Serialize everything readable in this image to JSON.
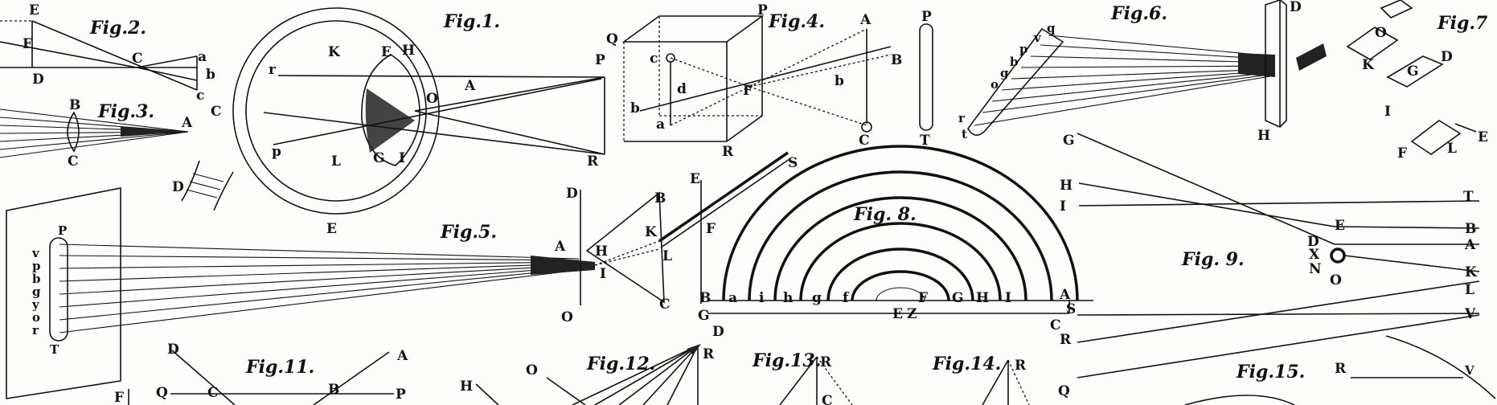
{
  "figures": {
    "fig1": "Fig.1.",
    "fig2": "Fig.2.",
    "fig3": "Fig.3.",
    "fig4": "Fig.4.",
    "fig5": "Fig.5.",
    "fig6": "Fig.6.",
    "fig7": "Fig.7",
    "fig8": "Fig. 8.",
    "fig9": "Fig. 9.",
    "fig11": "Fig.11.",
    "fig12": "Fig.12.",
    "fig13": "Fig.13.",
    "fig14": "Fig.14.",
    "fig15": "Fig.15."
  },
  "labels": {
    "f2": [
      "E",
      "F",
      "C",
      "a",
      "b",
      "c",
      "D"
    ],
    "f3": [
      "B",
      "C",
      "A"
    ],
    "f1": [
      "K",
      "E",
      "H",
      "O",
      "A",
      "r",
      "p",
      "L",
      "G",
      "I",
      "C",
      "D",
      "E",
      "P",
      "R"
    ],
    "f4": [
      "Q",
      "P",
      "A",
      "B",
      "c",
      "d",
      "b",
      "a",
      "F",
      "b",
      "R",
      "C"
    ],
    "rod": [
      "P",
      "T"
    ],
    "f6": [
      "q",
      "v",
      "p",
      "b",
      "g",
      "o",
      "r",
      "t",
      "D",
      "H"
    ],
    "f7": [
      "O",
      "K",
      "G",
      "D",
      "I",
      "F",
      "L",
      "E"
    ],
    "f5": [
      "P",
      "v",
      "p",
      "b",
      "g",
      "y",
      "o",
      "r",
      "T",
      "D",
      "A",
      "H",
      "I",
      "O",
      "B",
      "K",
      "L",
      "C",
      "E",
      "F",
      "S"
    ],
    "f8": [
      "B",
      "G",
      "D",
      "a",
      "i",
      "h",
      "g",
      "f",
      "E",
      "Z",
      "F",
      "G",
      "H",
      "I",
      "A",
      "S",
      "C"
    ],
    "f9": [
      "G",
      "H",
      "I",
      "T",
      "E",
      "B",
      "D",
      "X",
      "N",
      "A",
      "K",
      "O",
      "L",
      "R",
      "V",
      "Q"
    ],
    "f11": [
      "D",
      "A",
      "Q",
      "C",
      "B",
      "P",
      "F"
    ],
    "f12": [
      "O",
      "H",
      "R"
    ],
    "f13": [
      "R",
      "C"
    ],
    "f14": [
      "R"
    ],
    "f15": [
      "R",
      "V"
    ]
  }
}
